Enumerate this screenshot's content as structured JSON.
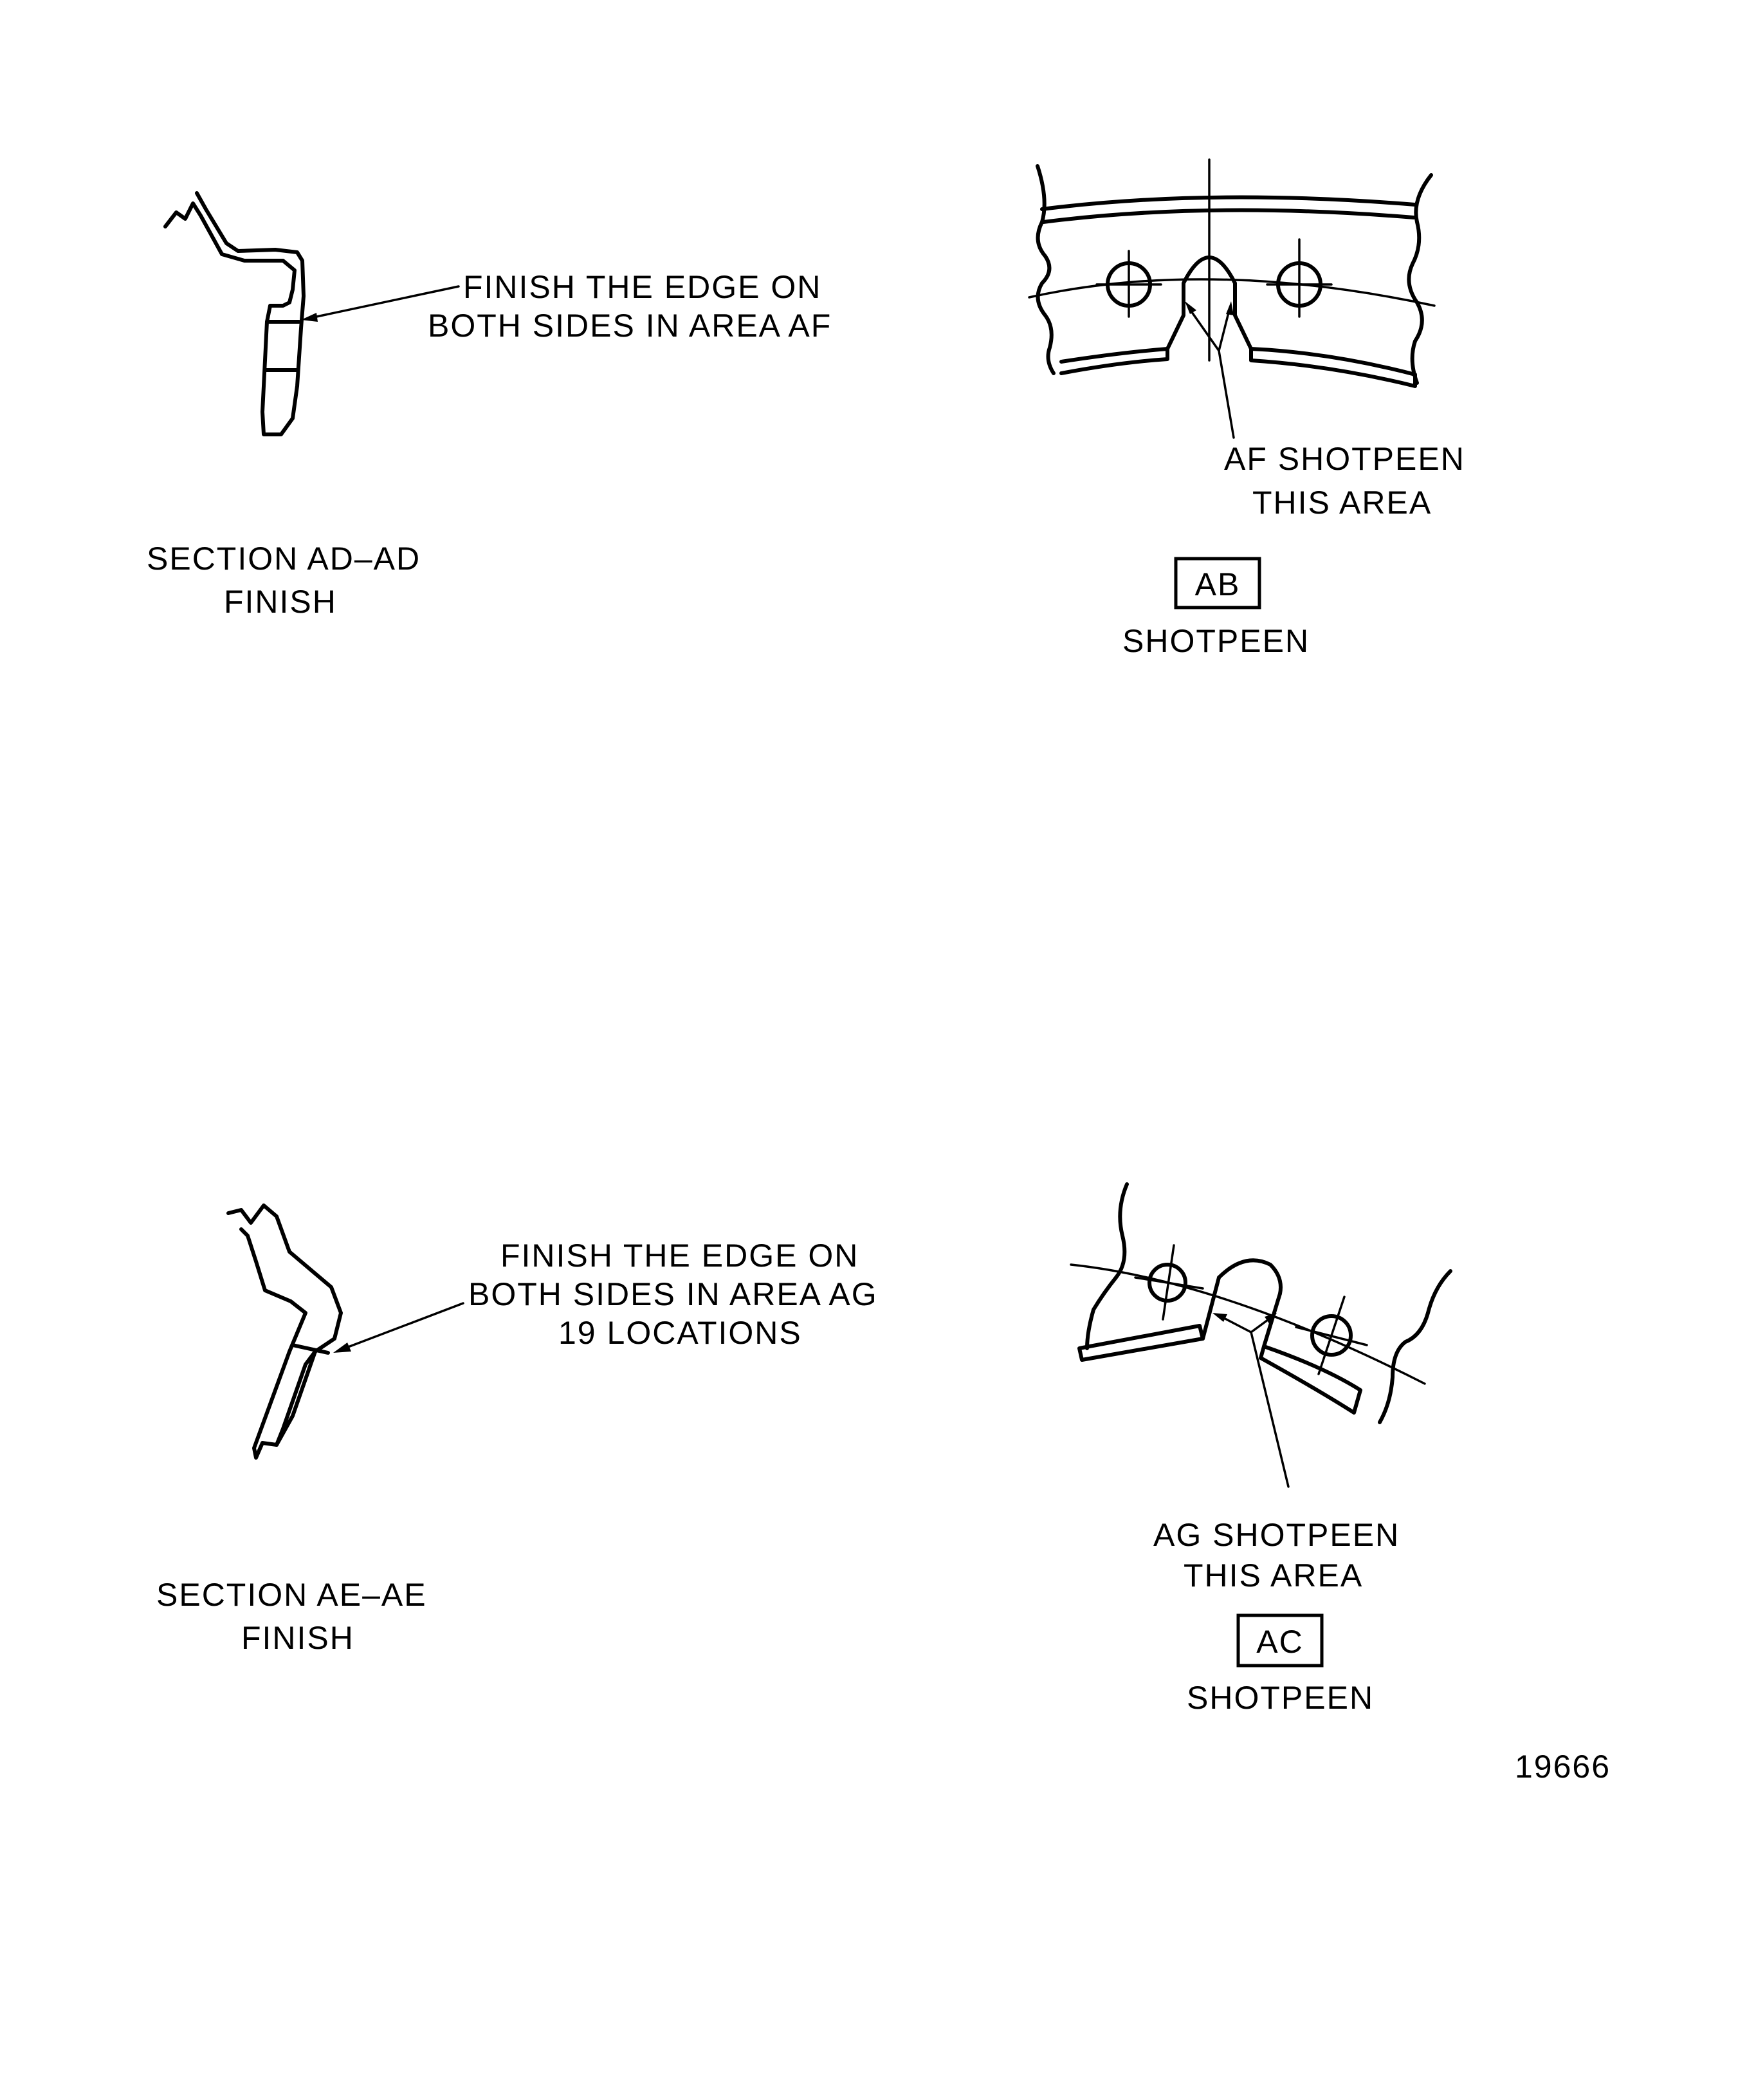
{
  "diagram": {
    "section_ad": {
      "leader_line1": "FINISH THE EDGE ON",
      "leader_line2": "BOTH SIDES IN AREA  AF",
      "caption_line1": "SECTION AD–AD",
      "caption_line2": "FINISH"
    },
    "view_ab": {
      "callout_line1": "AF  SHOTPEEN",
      "callout_line2": "THIS AREA",
      "view_letter": "AB",
      "caption": "SHOTPEEN"
    },
    "section_ae": {
      "leader_line1": "FINISH THE EDGE ON",
      "leader_line2": "BOTH  SIDES IN AREA AG",
      "leader_line3": "19 LOCATIONS",
      "caption_line1": "SECTION AE–AE",
      "caption_line2": "FINISH"
    },
    "view_ac": {
      "callout_line1": "AG SHOTPEEN",
      "callout_line2": "THIS AREA",
      "view_letter": "AC",
      "caption": "SHOTPEEN"
    },
    "figure_number": "19666"
  }
}
